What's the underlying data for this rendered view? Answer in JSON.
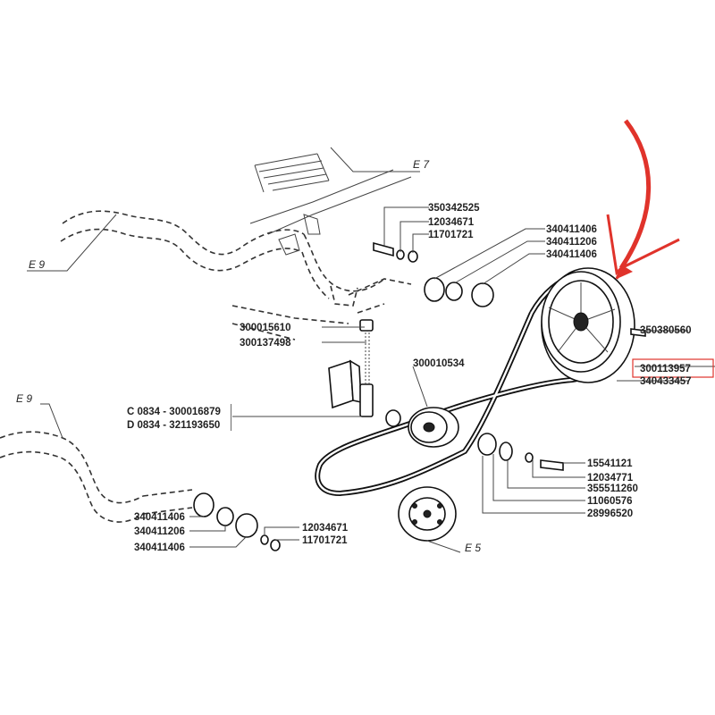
{
  "sections": {
    "e7": "E 7",
    "e9_top": "E 9",
    "e9_left": "E 9",
    "e5": "E 5"
  },
  "labels": {
    "p350342525": "350342525",
    "p12034671_top": "12034671",
    "p11701721_top": "11701721",
    "p340411406_a": "340411406",
    "p340411206_a": "340411206",
    "p340411406_b": "340411406",
    "p300015610": "300015610",
    "p300137498": "300137498",
    "p300010534": "300010534",
    "pC0834": "C 0834 - 300016879",
    "pD0834": "D 0834 - 321193650",
    "p350380560": "350380560",
    "p300113957": "300113957",
    "p340433457": "340433457",
    "p15541121": "15541121",
    "p12034771": "12034771",
    "p355511260": "355511260",
    "p11060576": "11060576",
    "p28996520": "28996520",
    "p340411406_c": "340411406",
    "p340411206_c": "340411206",
    "p340411406_d": "340411406",
    "p12034671_bot": "12034671",
    "p11701721_bot": "11701721"
  },
  "highlight": {
    "part": "300113957",
    "color": "#e0332b",
    "indicator": "curved-arrow"
  }
}
